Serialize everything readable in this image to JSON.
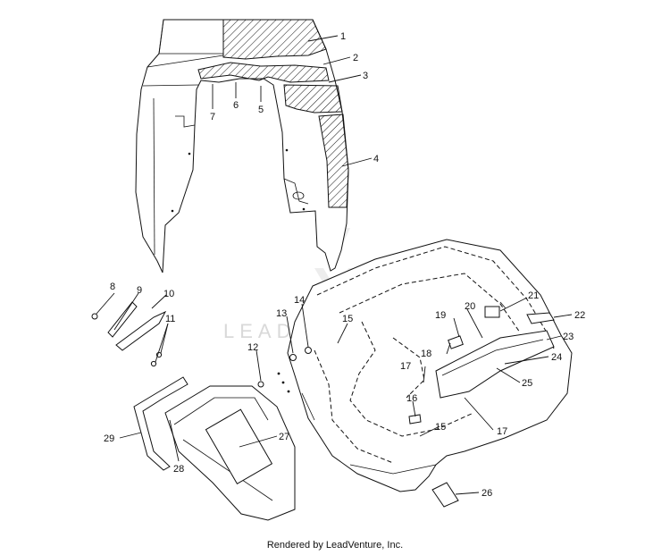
{
  "watermark": "LEADVENTURE",
  "footer": "Rendered by LeadVenture, Inc.",
  "callouts": [
    "1",
    "2",
    "3",
    "4",
    "5",
    "6",
    "7",
    "8",
    "9",
    "10",
    "11",
    "12",
    "13",
    "14",
    "15",
    "15",
    "16",
    "17",
    "17",
    "18",
    "19",
    "20",
    "21",
    "22",
    "23",
    "24",
    "25",
    "26",
    "27",
    "28",
    "29"
  ]
}
